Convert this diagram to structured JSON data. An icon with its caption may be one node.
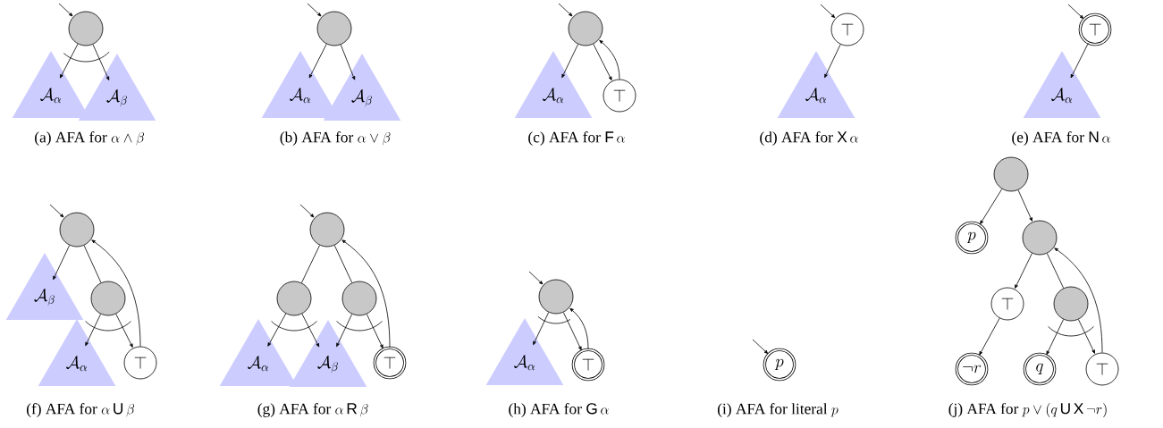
{
  "diagram": {
    "nodes": [
      {
        "text": [],
        "shape": "circle"
      },
      {
        "text": [
          "\\mathcal{A}_\\alpha"
        ]
      },
      {
        "text": [
          "\\mathcal{A}_\\beta"
        ]
      },
      {
        "text": [],
        "shape": "circle"
      },
      {
        "text": [
          "\\mathcal{A}_\\alpha"
        ]
      },
      {
        "text": [
          "\\mathcal{A}_\\beta"
        ]
      },
      {
        "text": [],
        "shape": "circle"
      },
      {
        "text": [
          "\\mathcal{A}_\\alpha"
        ]
      },
      {
        "text": [
          "\\top"
        ]
      },
      {
        "text": [
          "\\top"
        ]
      },
      {
        "text": [
          "\\mathcal{A}_\\alpha"
        ]
      },
      {
        "text": [
          "\\top"
        ]
      },
      {
        "text": [
          "\\mathcal{A}_\\alpha"
        ]
      },
      {
        "text": [],
        "shape": "circle"
      },
      {
        "text": [
          "\\mathcal{A}_\\beta"
        ]
      },
      {
        "text": [],
        "shape": "circle"
      },
      {
        "text": [
          "\\mathcal{A}_\\alpha"
        ]
      },
      {
        "text": [
          "\\top"
        ]
      },
      {
        "text": [],
        "shape": "circle"
      },
      {
        "text": [],
        "shape": "circle"
      },
      {
        "text": [],
        "shape": "circle"
      },
      {
        "text": [
          "\\mathcal{A}_\\alpha"
        ]
      },
      {
        "text": [
          "\\mathcal{A}_\\beta"
        ]
      },
      {
        "text": [
          "\\top"
        ]
      },
      {
        "text": [],
        "shape": "circle"
      },
      {
        "text": [
          "\\mathcal{A}_\\alpha"
        ]
      },
      {
        "text": [
          "\\top"
        ]
      },
      {
        "text": [
          "p"
        ]
      },
      {
        "text": [],
        "shape": "circle"
      },
      {
        "text": [
          "p"
        ]
      },
      {
        "text": [],
        "shape": "circle"
      },
      {
        "text": [
          "\\top"
        ]
      },
      {
        "text": [],
        "shape": "circle"
      },
      {
        "text": [
          "\\neg r"
        ]
      },
      {
        "text": [
          "q"
        ]
      },
      {
        "text": [
          "\\top"
        ]
      }
    ],
    "edges": [
      {
        "from": null,
        "to": 0,
        "arrow": "to"
      },
      {
        "from": 0,
        "to": 1,
        "arrow": "to"
      },
      {
        "from": 0,
        "to": 2,
        "arrow": "to"
      },
      {
        "from": null,
        "to": 3,
        "arrow": "to"
      },
      {
        "from": 3,
        "to": 4,
        "arrow": "to"
      },
      {
        "from": 3,
        "to": 5,
        "arrow": "to"
      },
      {
        "from": null,
        "to": 6,
        "arrow": "to"
      },
      {
        "from": 6,
        "to": 7,
        "arrow": "to"
      },
      {
        "from": 6,
        "to": 8,
        "arrow": "to"
      },
      {
        "from": 8,
        "to": 6,
        "arrow": "to"
      },
      {
        "from": null,
        "to": 9,
        "arrow": "to"
      },
      {
        "from": 9,
        "to": 10,
        "arrow": "to"
      },
      {
        "from": null,
        "to": 11,
        "arrow": "to"
      },
      {
        "from": 11,
        "to": 12,
        "arrow": "to"
      },
      {
        "from": null,
        "to": 13,
        "arrow": "to"
      },
      {
        "from": 13,
        "to": 14,
        "arrow": "to"
      },
      {
        "from": 13,
        "to": 15,
        "arrow": "none"
      },
      {
        "from": 15,
        "to": 16,
        "arrow": "to"
      },
      {
        "from": 15,
        "to": 17,
        "arrow": "to"
      },
      {
        "from": 17,
        "to": 13,
        "arrow": "to"
      },
      {
        "from": null,
        "to": 18,
        "arrow": "to"
      },
      {
        "from": 18,
        "to": 19,
        "arrow": "none"
      },
      {
        "from": 18,
        "to": 20,
        "arrow": "none"
      },
      {
        "from": 19,
        "to": 21,
        "arrow": "to"
      },
      {
        "from": 19,
        "to": 22,
        "arrow": "to"
      },
      {
        "from": 20,
        "to": 22,
        "arrow": "to"
      },
      {
        "from": 20,
        "to": 23,
        "arrow": "to"
      },
      {
        "from": 23,
        "to": 18,
        "arrow": "to"
      },
      {
        "from": null,
        "to": 24,
        "arrow": "to"
      },
      {
        "from": 24,
        "to": 25,
        "arrow": "to"
      },
      {
        "from": 24,
        "to": 26,
        "arrow": "to"
      },
      {
        "from": 26,
        "to": 24,
        "arrow": "to"
      },
      {
        "from": null,
        "to": 27,
        "arrow": "to"
      },
      {
        "from": 28,
        "to": 29,
        "arrow": "to"
      },
      {
        "from": 28,
        "to": 30,
        "arrow": "to"
      },
      {
        "from": 30,
        "to": 31,
        "arrow": "to"
      },
      {
        "from": 30,
        "to": 32,
        "arrow": "none"
      },
      {
        "from": 31,
        "to": 33,
        "arrow": "to"
      },
      {
        "from": 32,
        "to": 34,
        "arrow": "to"
      },
      {
        "from": 32,
        "to": 35,
        "arrow": "to"
      },
      {
        "from": 35,
        "to": 30,
        "arrow": "to"
      }
    ],
    "labels": [
      "\\text{(a) AFA for }\\alpha\\wedge\\beta",
      "\\text{(b) AFA for }\\alpha\\vee\\beta",
      "\\text{(c) AFA for }\\mathsf{F}\\,\\alpha",
      "\\text{(d) AFA for }\\mathsf{X}\\,\\alpha",
      "\\text{(e) AFA for }\\mathsf{N}\\,\\alpha",
      "\\text{(f) AFA for }\\alpha\\,\\mathsf{U}\\,\\beta",
      "\\text{(g) AFA for }\\alpha\\,\\mathsf{R}\\,\\beta",
      "\\text{(h) AFA for }\\mathsf{G}\\,\\alpha",
      "\\text{(i) AFA for literal }p",
      "\\text{(j) AFA for }p\\vee(q\\,\\mathsf{U}\\,\\mathsf{X}\\,\\neg r)"
    ]
  }
}
